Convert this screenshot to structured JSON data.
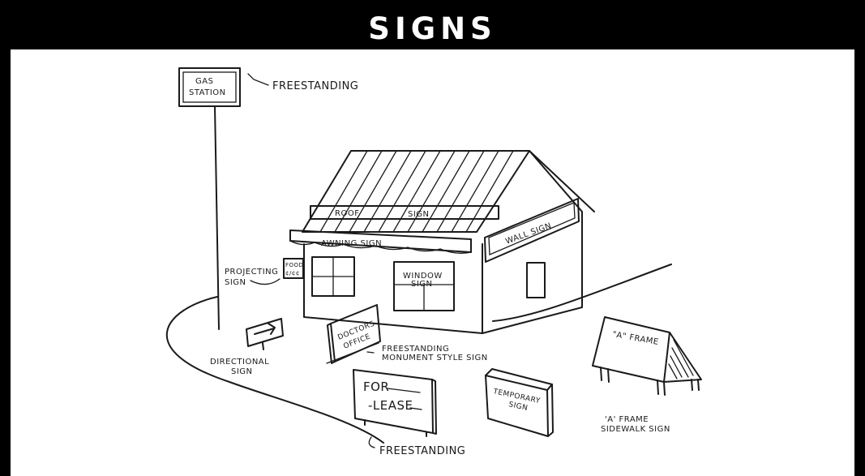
{
  "title": "SIGNS",
  "labels": {
    "gas_station_line1": "GAS",
    "gas_station_line2": "STATION",
    "freestanding_top": "FREESTANDING",
    "roof_sign_a": "ROOF",
    "roof_sign_b": "SIGN",
    "awning_sign": "AWNING SIGN",
    "wall_sign": "WALL SIGN",
    "projecting_line1": "PROJECTING",
    "projecting_line2": "SIGN",
    "food_line1": "FOOD",
    "food_line2": "¢/¢¢",
    "window_line1": "WINDOW",
    "window_line2": "SIGN",
    "doctors_line1": "DOCTORS",
    "doctors_line2": "OFFICE",
    "monument_line1": "FREESTANDING",
    "monument_line2": "MONUMENT STYLE SIGN",
    "directional_line1": "DIRECTIONAL",
    "directional_line2": "SIGN",
    "for_lease_line1": "FOR",
    "for_lease_line2": "-LEASE",
    "freestanding_bottom": "FREESTANDING",
    "temporary_line1": "TEMPORARY",
    "temporary_line2": "SIGN",
    "aframe_board": "\"A\" FRAME",
    "aframe_line1": "'A' FRAME",
    "aframe_line2": "SIDEWALK SIGN"
  }
}
